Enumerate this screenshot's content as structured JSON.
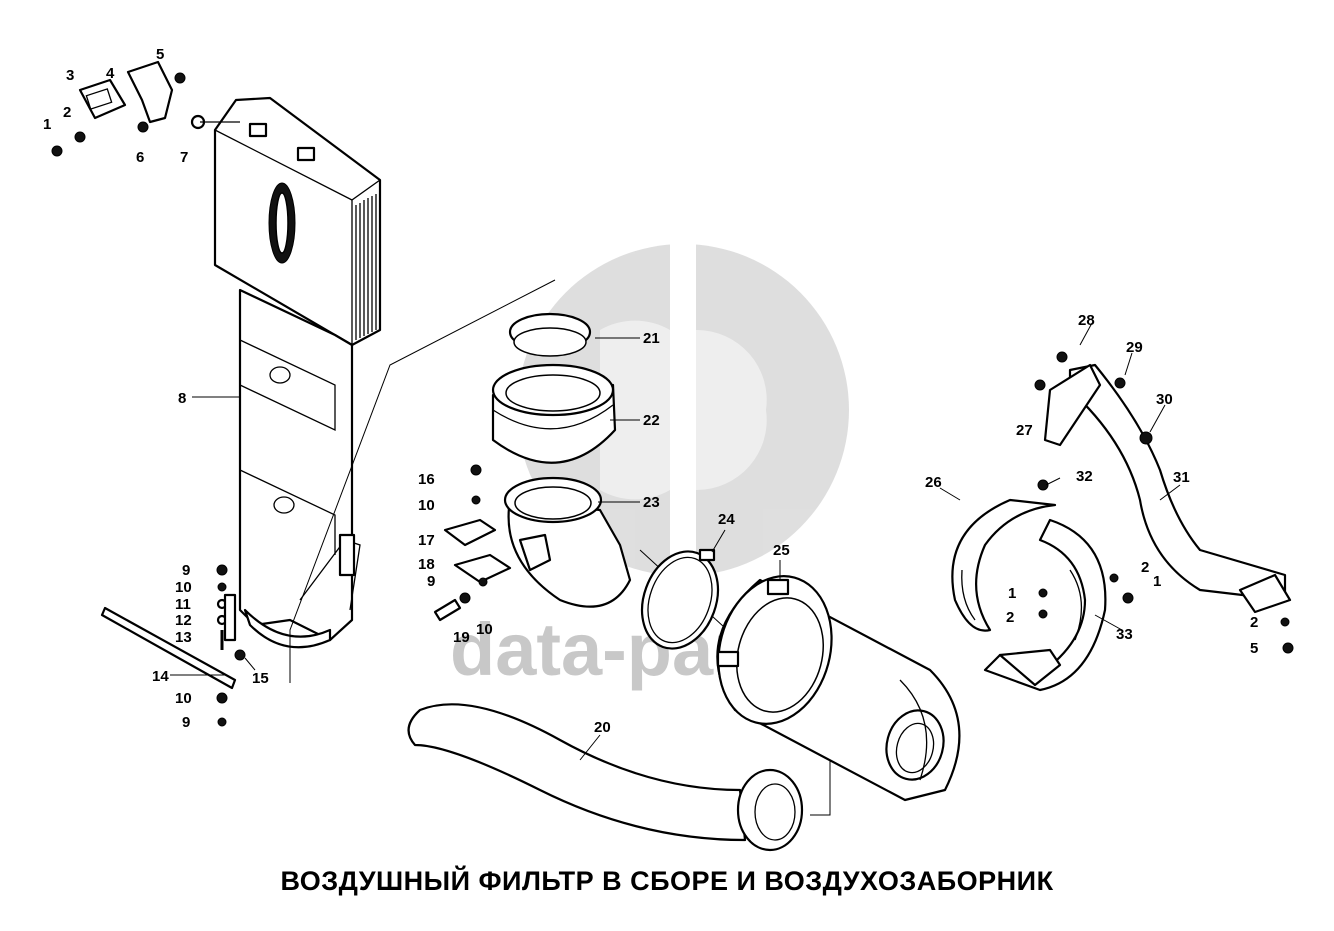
{
  "caption": "ВОЗДУШНЫЙ ФИЛЬТР В СБОРЕ И ВОЗДУХОЗАБОРНИК",
  "watermark": {
    "text": "data-parts",
    "color": "#c8c8c8"
  },
  "callouts": {
    "c1a": "1",
    "c2a": "2",
    "c3": "3",
    "c4": "4",
    "c5a": "5",
    "c6": "6",
    "c7": "7",
    "c8": "8",
    "c9a": "9",
    "c10a": "10",
    "c11": "11",
    "c12": "12",
    "c13": "13",
    "c14": "14",
    "c10b": "10",
    "c9b": "9",
    "c15": "15",
    "c16": "16",
    "c10c": "10",
    "c17": "17",
    "c18": "18",
    "c9c": "9",
    "c19": "19",
    "c10d": "10",
    "c20": "20",
    "c21": "21",
    "c22": "22",
    "c23": "23",
    "c24": "24",
    "c25": "25",
    "c26": "26",
    "c27": "27",
    "c28": "28",
    "c29": "29",
    "c30": "30",
    "c31": "31",
    "c32": "32",
    "c33": "33",
    "c1b": "1",
    "c2b": "2",
    "c2c": "2",
    "c1c": "1",
    "c2d": "2",
    "c5b": "5"
  }
}
